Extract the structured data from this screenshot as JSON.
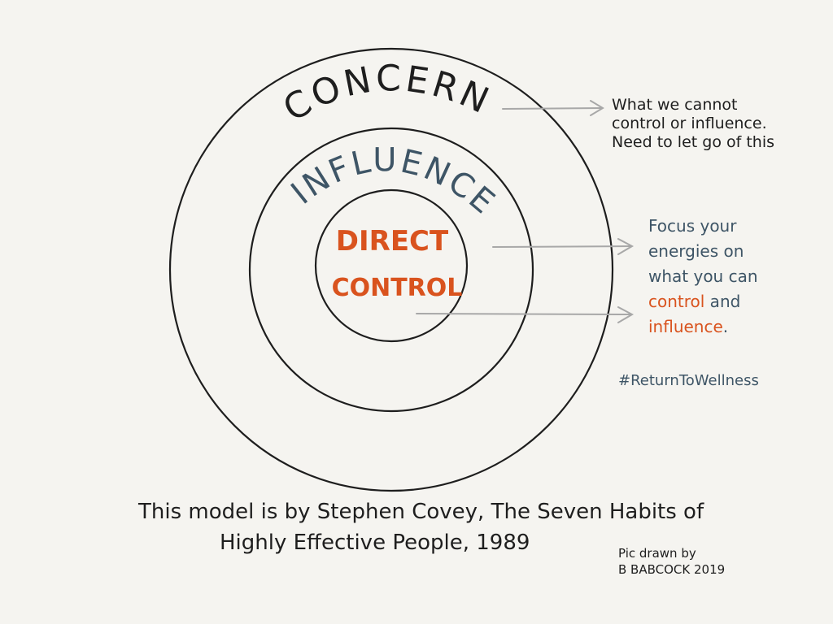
{
  "diagram": {
    "rings": {
      "concern": "CONCERN",
      "influence": "INFLUENCE",
      "direct_line1": "DIRECT",
      "direct_line2": "CONTROL"
    },
    "concern_note": {
      "line1": "What we cannot",
      "line2": "control or influence.",
      "line3": "Need to let go of this"
    },
    "focus_note": {
      "line1": "Focus your",
      "line2": "energies on",
      "line3": "what you can",
      "line4_orange": "control",
      "line4_rest": " and",
      "line5_orange": "influence",
      "line5_rest": "."
    },
    "hashtag": "#ReturnToWellness",
    "credit": {
      "line1": "This model is by Stephen Covey, The Seven Habits of",
      "line2": "Highly Effective People, 1989"
    },
    "drawn_by": {
      "line1": "Pic drawn by",
      "line2": "B BABCOCK 2019"
    },
    "colors": {
      "background": "#f5f4f0",
      "ink": "#1e1e1e",
      "influence_blue": "#3e5566",
      "control_orange": "#d9531e",
      "arrow_gray": "#a8a8a8"
    }
  }
}
